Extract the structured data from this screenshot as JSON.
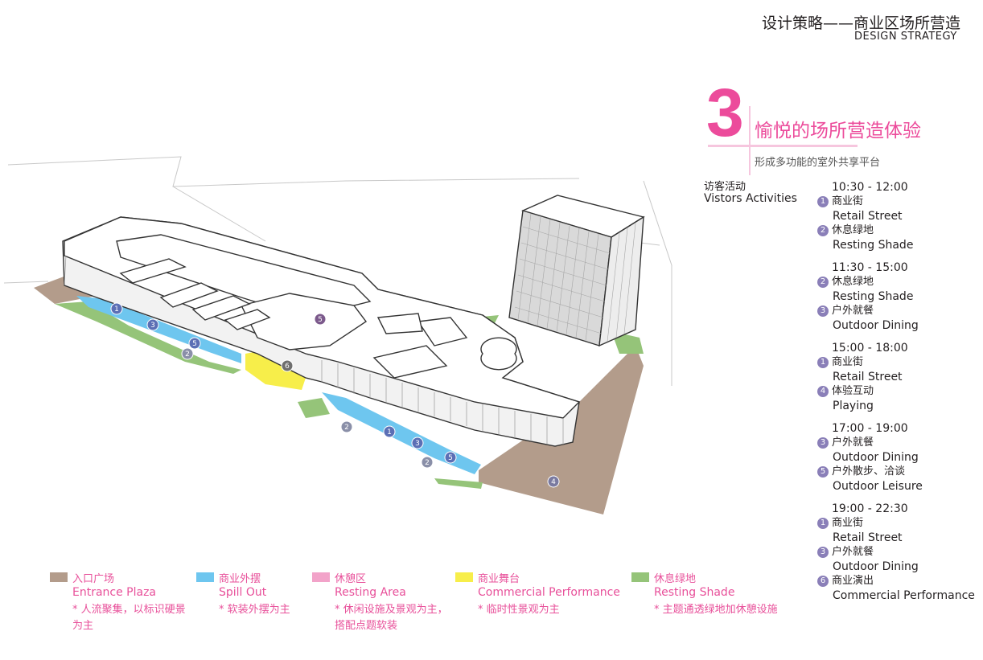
{
  "header": {
    "title_cn": "设计策略——商业区场所营造",
    "title_en": "DESIGN STRATEGY"
  },
  "feature": {
    "number": "3",
    "title": "愉悦的场所营造体验",
    "subtitle": "形成多功能的室外共享平台"
  },
  "visitors": {
    "label_cn": "访客活动",
    "label_en": "Vistors Activities"
  },
  "schedule": [
    {
      "time": "10:30 - 12:00",
      "activities": [
        {
          "num": "1",
          "cn": "商业街",
          "en": "Retail Street"
        },
        {
          "num": "2",
          "cn": "休息绿地",
          "en": "Resting Shade"
        }
      ]
    },
    {
      "time": "11:30 - 15:00",
      "activities": [
        {
          "num": "2",
          "cn": "休息绿地",
          "en": "Resting Shade"
        },
        {
          "num": "3",
          "cn": "户外就餐",
          "en": "Outdoor Dining"
        }
      ]
    },
    {
      "time": "15:00 - 18:00",
      "activities": [
        {
          "num": "1",
          "cn": "商业街",
          "en": "Retail Street"
        },
        {
          "num": "4",
          "cn": "体验互动",
          "en": "Playing"
        }
      ]
    },
    {
      "time": "17:00 - 19:00",
      "activities": [
        {
          "num": "3",
          "cn": "户外就餐",
          "en": "Outdoor Dining"
        },
        {
          "num": "5",
          "cn": "户外散步、洽谈",
          "en": "Outdoor Leisure"
        }
      ]
    },
    {
      "time": "19:00 - 22:30",
      "activities": [
        {
          "num": "1",
          "cn": "商业街",
          "en": "Retail Street"
        },
        {
          "num": "3",
          "cn": "户外就餐",
          "en": "Outdoor Dining"
        },
        {
          "num": "6",
          "cn": "商业演出",
          "en": "Commercial Performance"
        }
      ]
    }
  ],
  "legend": [
    {
      "color": "#b39c8b",
      "cn": "入口广场",
      "en": "Entrance Plaza",
      "note": "* 人流聚集，以标识硬景为主"
    },
    {
      "color": "#6ec6ef",
      "cn": "商业外摆",
      "en": "Spill Out",
      "note": "* 软装外摆为主"
    },
    {
      "color": "#f2a3c9",
      "cn": "休憩区",
      "en": "Resting Area",
      "note": "* 休闲设施及景观为主，搭配点题软装"
    },
    {
      "color": "#f7ee4a",
      "cn": "商业舞台",
      "en": "Commercial Performance",
      "note": "* 临时性景观为主"
    },
    {
      "color": "#95c479",
      "cn": "休息绿地",
      "en": "Resting Shade",
      "note": "* 主题通透绿地加休憩设施"
    }
  ],
  "map_markers": [
    "1",
    "3",
    "5",
    "2",
    "5",
    "6",
    "2",
    "1",
    "3",
    "2",
    "5",
    "4"
  ],
  "colors": {
    "accent_pink": "#ec4b9b",
    "marker_purple": "#8a7fb8",
    "plaza": "#b39c8b",
    "spill_out": "#6ec6ef",
    "resting_area": "#f2a3c9",
    "performance": "#f7ee4a",
    "shade": "#95c479"
  }
}
